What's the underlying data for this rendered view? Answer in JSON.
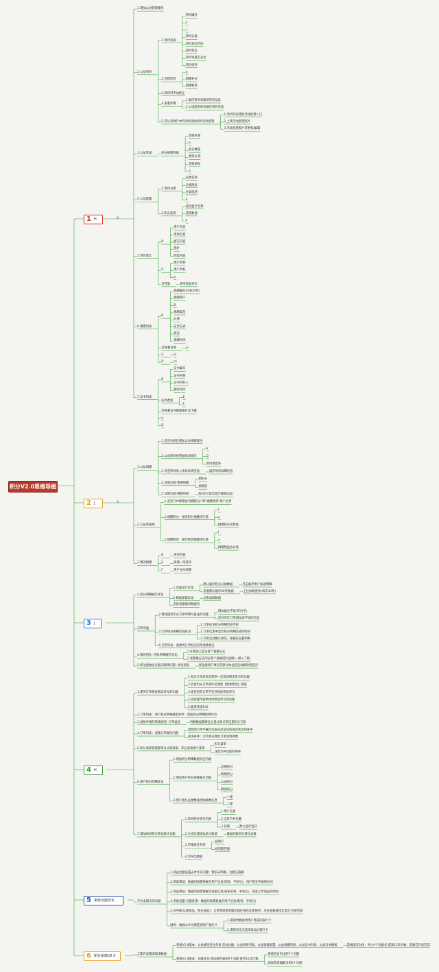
{
  "root": "积分V2.0思维导图",
  "sections": [
    {
      "num": "1",
      "label": "H",
      "color": "#d92f2a",
      "g": "G",
      "items": [
        {
          "t": "1.增加公益管理模块"
        },
        {
          "t": "2.公益项目",
          "c": [
            {
              "t": "1.项目列表",
              "c": [
                {
                  "t": "项目编号"
                },
                {
                  "t": "a"
                },
                {
                  "t": "r"
                },
                {
                  "t": "项目分类"
                },
                {
                  "t": "项目发起时间"
                },
                {
                  "t": "项目状态"
                },
                {
                  "t": "项目进度百分比"
                },
                {
                  "t": "项目排序"
                }
              ]
            },
            {
              "t": "2.创建项目",
              "c": [
                {
                  "t": "a"
                },
                {
                  "t": "捐赠积分"
                },
                {
                  "t": "捐赠物资"
                }
              ]
            },
            {
              "t": "3.项目可手动终止"
            },
            {
              "t": "4.查看详情",
              "c": [
                {
                  "t": "1.展示项目未联的所有信息"
                },
                {
                  "t": "2.以进度条形式展示项目进度"
                }
              ]
            },
            {
              "t": "5.可以对进行中的项目添加项目活动反馈",
              "c": [
                {
                  "t": "1.项目列表增加活动反馈入口"
                },
                {
                  "t": "2.上传活动反馈照片"
                },
                {
                  "t": "3.活动反馈照片可更新/编辑"
                }
              ]
            }
          ]
        },
        {
          "t": "3.公益等级",
          "c": [
            {
              "t": "积分捐赠等级",
              "c": [
                {
                  "t": "等级名称"
                },
                {
                  "t": "a"
                },
                {
                  "t": "积分数值"
                },
                {
                  "t": "物资价值"
                },
                {
                  "t": "等级图标"
                },
                {
                  "t": "a"
                }
              ]
            }
          ]
        },
        {
          "t": "4.公益配置",
          "c": [
            {
              "t": "1.项目分类",
              "c": [
                {
                  "t": "分类名称"
                },
                {
                  "t": "分类图标"
                },
                {
                  "t": "分类描述"
                },
                {
                  "t": "a"
                }
              ]
            },
            {
              "t": "2.积分选项",
              "c": [
                {
                  "t": "选项显示名称"
                },
                {
                  "t": "选项数值"
                },
                {
                  "t": "a"
                }
              ]
            }
          ]
        },
        {
          "t": "5.项目留言",
          "c": [
            {
              "t": "B",
              "c": [
                {
                  "t": "用户信息"
                },
                {
                  "t": "项目信息"
                },
                {
                  "t": "留言内容"
                },
                {
                  "t": "图片"
                },
                {
                  "t": "回复内容"
                }
              ]
            },
            {
              "t": "V",
              "c": [
                {
                  "t": "用户名称"
                },
                {
                  "t": "用户手机"
                },
                {
                  "t": "a"
                }
              ]
            },
            {
              "t": "可回复",
              "c": [
                {
                  "t": "参考商品评论"
                }
              ]
            }
          ]
        },
        {
          "t": "6.捐赠列表",
          "c": [
            {
              "t": "B",
              "c": [
                {
                  "t": "捐赠编号(ID标识符)"
                },
                {
                  "t": "捐赠用户"
                },
                {
                  "t": "B"
                },
                {
                  "t": "捐赠类型"
                },
                {
                  "t": "价值"
                },
                {
                  "t": "支付方式"
                },
                {
                  "t": "状态"
                },
                {
                  "t": "捐赠时间"
                }
              ]
            },
            {
              "t": "可查看详情",
              "c": [
                {
                  "t": "ar"
                }
              ]
            },
            {
              "t": "V",
              "c": [
                {
                  "t": "ie"
                }
              ]
            },
            {
              "t": "D",
              "c": [
                {
                  "t": "ra"
                }
              ]
            }
          ]
        },
        {
          "t": "7.证书列表",
          "c": [
            {
              "t": "B",
              "c": [
                {
                  "t": "证书编号"
                },
                {
                  "t": "证书名称"
                },
                {
                  "t": "证书持有人"
                },
                {
                  "t": "颁发时间"
                }
              ]
            },
            {
              "t": "证书类别",
              "c": [
                {
                  "t": "E"
                },
                {
                  "t": "F"
                }
              ]
            },
            {
              "t": "可查看证书模版图片及下载"
            },
            {
              "t": "V"
            },
            {
              "t": "D"
            }
          ]
        }
      ]
    },
    {
      "num": "2",
      "label": "J",
      "color": "#e8a020",
      "g": "G",
      "items": [
        {
          "t": "1.公益捐赠",
          "c": [
            {
              "t": "1.首页金刚区增加公益捐赠版块"
            },
            {
              "t": "2.公益项目按卷轴形式展示",
              "c": [
                {
                  "t": "V"
                },
                {
                  "t": "Q"
                },
                {
                  "t": "项目进度条"
                }
              ]
            },
            {
              "t": "3.点击项目进入项目详情页面",
              "c": [
                {
                  "t": "展示项目详细信息"
                }
              ]
            },
            {
              "t": "4.详情页面-我要捐赠",
              "c": [
                {
                  "t": "捐积分"
                },
                {
                  "t": "捐物资"
                }
              ]
            },
            {
              "t": "5.详情页面-捐赠列表",
              "c": [
                {
                  "t": "跑马灯(滚动显示捐赠动态)"
                }
              ]
            }
          ]
        },
        {
          "t": "2.公益荣誉榜",
          "c": [
            {
              "t": "1.首页TOP榜增加\"捐赠积分\"和\"捐赠物资\"两个栏目"
            },
            {
              "t": "1.捐赠积分：展示积分捐赠排行榜",
              "c": [
                {
                  "t": "I"
                },
                {
                  "t": "a"
                },
                {
                  "t": "捐赠积分总数值"
                }
              ]
            },
            {
              "t": "1.捐赠物资：展示物资捐赠排行榜",
              "c": [
                {
                  "t": "I"
                },
                {
                  "t": "a"
                },
                {
                  "t": "捐赠物品总价值"
                }
              ]
            }
          ]
        },
        {
          "t": "3.我的捐赠",
          "c": [
            {
              "t": "B",
              "c": [
                {
                  "t": "项目列表"
                }
              ]
            },
            {
              "t": "E",
              "c": [
                {
                  "t": "每期一笔排序"
                }
              ]
            },
            {
              "t": "F",
              "c": [
                {
                  "t": "用户主动捐赠"
                }
              ]
            }
          ]
        }
      ]
    },
    {
      "num": "3",
      "label": "J",
      "color": "#2f7fd0",
      "g": "",
      "items": [
        {
          "t": "1.积分明细展示优化",
          "c": [
            {
              "t": "1.页面设计优化",
              "c": [
                {
                  "t": "默认展示积分分摊数据",
                  "c": [
                    {
                      "t": "点击展示用户加速明细"
                    }
                  ]
                },
                {
                  "t": "页面默认展示30条数据",
                  "c": [
                    {
                      "t": "上拉加载更多(每次30条)"
                    }
                  ]
                }
              ]
            },
            {
              "t": "2.数据读取优化",
              "c": [
                {
                  "t": "分表读取数据"
                }
              ]
            },
            {
              "t": "去除金额展示数据列"
            }
          ]
        },
        {
          "t": "订单页面",
          "c": [
            {
              "t": "2.增加回奖积分订单时填写备注的功能",
              "c": [
                {
                  "t": "增加备注字段(可为空)"
                },
                {
                  "t": "后台可在订单增加该字段的信息"
                }
              ]
            },
            {
              "t": "3.订单积分明细完成标记",
              "c": [
                {
                  "t": "1.订单标记积分明细完成字样"
                },
                {
                  "t": "2.订单信息中显示积分明细完成的时间"
                },
                {
                  "t": "3.订单自动确认收货，根据日志截判断"
                }
              ]
            },
            {
              "t": "6.订单列表：退款的订单标记实际退款状态"
            }
          ]
        },
        {
          "t": "4.我的团队--团队明细展示优化",
          "c": [
            {
              "t": "1.在相关上区分各个直推分支"
            },
            {
              "t": "2.查看推分支的分各个直推团队业绩(一级+二级)"
            }
          ]
        },
        {
          "t": "5.新注册地址页面未跳转问题--优化流程",
          "c": [
            {
              "t": "新注册用户填写完默认地址后自动跳转到首页"
            }
          ]
        }
      ]
    },
    {
      "num": "4",
      "label": "H",
      "color": "#3a9a3a",
      "g": "",
      "items": [
        {
          "t": "1.提供订单修改物流单号的功能",
          "c": [
            {
              "t": "1.积分订单发货后提供一次修改物流单号的功能"
            },
            {
              "t": "2.后台积分订单操作栏增加【修改物流】按钮"
            },
            {
              "t": "3.收货后的订单不支持修改物流单号"
            },
            {
              "t": "4.商家端不提供修改物流单号的功能"
            },
            {
              "t": "5.能查快递100"
            }
          ]
        },
        {
          "t": "2.订单列表：用户积分明细搜索条件：增加积分明细使用时间"
        },
        {
          "t": "3.退款申请的审核按钮--订单类型",
          "c": [
            {
              "t": "判断数据需要区分是认购订单还是积分订单"
            }
          ]
        },
        {
          "t": "4.订单列表：退款订单展示问题",
          "c": [
            {
              "t": "退款的订单不展示在发货后成功的发货状态列表中"
            },
            {
              "t": "查询条件：订单状态增加订单退款参数"
            }
          ]
        },
        {
          "t": "5.积分商家管理菜单分认购商家、积分商家两个菜单",
          "c": [
            {
              "t": "积分菜单"
            },
            {
              "t": "注意合并功能的条件"
            }
          ]
        },
        {
          "t": "6.用户积分明细优化",
          "c": [
            {
              "t": "1.增加积分明细数据导出功能"
            },
            {
              "t": "2.增加用户积分余额展示功能",
              "c": [
                {
                  "t": "总捐积分"
                },
                {
                  "t": "购物积分"
                },
                {
                  "t": "公益积分"
                },
                {
                  "t": "释放积分"
                }
              ]
            },
            {
              "t": "3.用户团队业绩数据增加级数信息",
              "c": [
                {
                  "t": "一级"
                },
                {
                  "t": "二级"
                }
              ]
            }
          ]
        },
        {
          "t": "7.增加每日积分转化统计功能",
          "c": [
            {
              "t": "1.每日积分转化列表",
              "c": [
                {
                  "t": "1.用户信息"
                },
                {
                  "t": "2.当日合并化量"
                },
                {
                  "t": "3.日期",
                  "c": [
                    {
                      "t": "默认显示当日"
                    }
                  ]
                }
              ]
            },
            {
              "t": "2.分页区域增加总计数值",
              "c": [
                {
                  "t": "数据列表积分转化总数"
                }
              ]
            },
            {
              "t": "3.可搜索任务项",
              "c": [
                {
                  "t": "按用户"
                },
                {
                  "t": "按日期范围"
                }
              ]
            },
            {
              "t": "4.可导出数据"
            }
          ]
        }
      ]
    },
    {
      "num": "5",
      "label": "系统功能优化",
      "color": "#2a5aa8",
      "g": "",
      "items": [
        {
          "t": "不为未解决的问题",
          "c": [
            {
              "t": "1.商品金额设置支付外实问题：需求未明确，功能先隐藏"
            },
            {
              "t": "2.商家审核：数据列表需要展示用户信息(昵称、手机号)、用户提交申请的时间"
            },
            {
              "t": "3.商品审核：数据列表需要展示商家信息(商家名称、手机号)、商家上传商品的时间"
            },
            {
              "t": "4.系统设置-问题反馈：数据列表需要展示用户信息(昵称、手机号)"
            },
            {
              "t": "5.APP端(认购商品、积分商品)：订单管理等客服功能在线后注意使用：点击客服按钮无反应 已修完成"
            },
            {
              "t": "财务：确保公众号绑定到用户银行卡",
              "c": [
                {
                  "t": "1.提现时要提供用户需求的银行卡"
                },
                {
                  "t": "2.提现时无法选择添加认银行卡"
                }
              ]
            }
          ]
        }
      ]
    },
    {
      "num": "6",
      "label": "积分系统V2.0",
      "color": "#e8a020",
      "g": "",
      "items": [
        {
          "t": "二期开发需求和测数据",
          "c": [
            {
              "t": "系统V2.0版本：公益模块后台开发 后台功能：公益项目列表、公益等级配置、公益捐赠列表、公益证书列表、公益证书模板",
              "c": [
                {
                  "t": "前端接口对接：目小9个功能点 提测13次计数，前端已开发完成"
                }
              ]
            },
            {
              "t": "系统V2.0版本：功能优化 移动端列表的9个问题 提供15次计数",
              "c": [
                {
                  "t": "系统后台列出的7个问题"
                },
                {
                  "t": "商家及前端解决的6个问题"
                }
              ]
            }
          ]
        }
      ]
    }
  ]
}
